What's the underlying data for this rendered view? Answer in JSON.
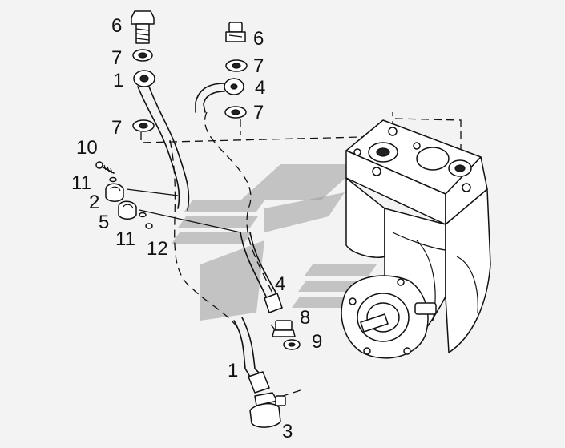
{
  "callouts": [
    {
      "id": "c1",
      "text": "6"
    },
    {
      "id": "c2",
      "text": "7"
    },
    {
      "id": "c3",
      "text": "1"
    },
    {
      "id": "c4",
      "text": "7"
    },
    {
      "id": "c5",
      "text": "6"
    },
    {
      "id": "c6",
      "text": "7"
    },
    {
      "id": "c7",
      "text": "4"
    },
    {
      "id": "c8",
      "text": "7"
    },
    {
      "id": "c9",
      "text": "10"
    },
    {
      "id": "c10",
      "text": "11"
    },
    {
      "id": "c11",
      "text": "2"
    },
    {
      "id": "c12",
      "text": "5"
    },
    {
      "id": "c13",
      "text": "11"
    },
    {
      "id": "c14",
      "text": "12"
    },
    {
      "id": "c15",
      "text": "4"
    },
    {
      "id": "c16",
      "text": "8"
    },
    {
      "id": "c17",
      "text": "9"
    },
    {
      "id": "c18",
      "text": "1"
    },
    {
      "id": "c19",
      "text": "3"
    }
  ],
  "colors": {
    "ink": "#111111",
    "background": "#f3f3f3",
    "watermark": "#9a9a9a"
  }
}
